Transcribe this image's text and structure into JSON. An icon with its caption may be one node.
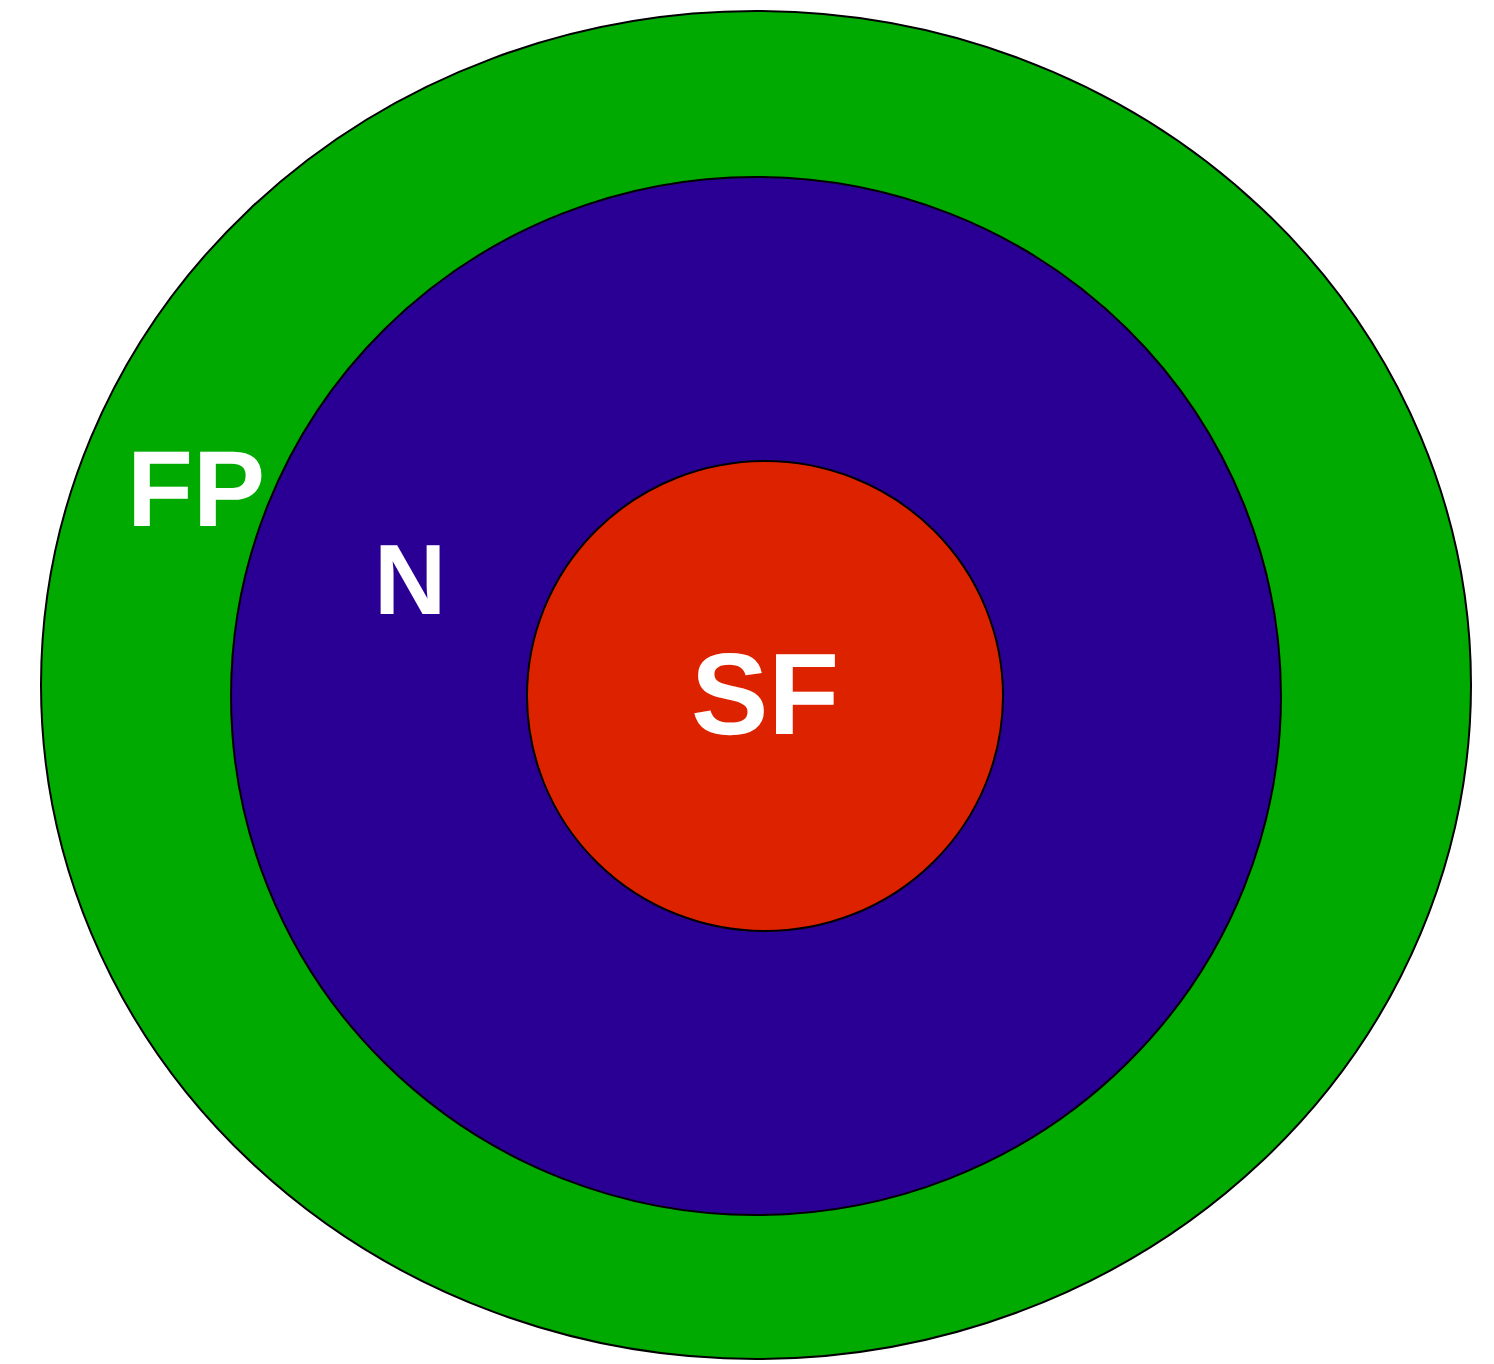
{
  "diagram": {
    "nodes": [
      {
        "text": [
          "FP"
        ]
      },
      {
        "text": [
          "N"
        ],
        "in": 0
      },
      {
        "text": [
          "SF"
        ],
        "in": 1
      }
    ]
  }
}
